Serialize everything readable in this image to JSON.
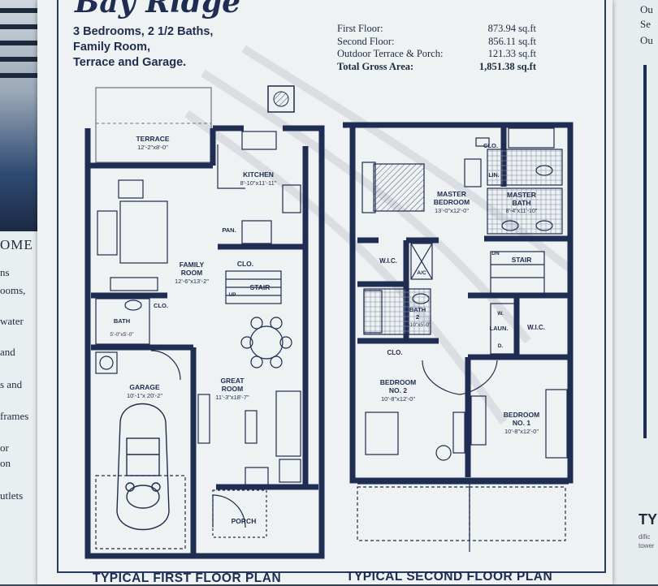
{
  "brochure": {
    "script_title": "Bay Ridge",
    "features": [
      "3 Bedrooms, 2 1/2 Baths,",
      "Family Room,",
      "Terrace and Garage."
    ],
    "area": [
      {
        "label": "First Floor:",
        "value": "873.94 sq.ft"
      },
      {
        "label": "Second Floor:",
        "value": "856.11 sq.ft"
      },
      {
        "label": "Outdoor Terrace & Porch:",
        "value": "121.33 sq.ft"
      },
      {
        "label": "Total Gross Area:",
        "value": "1,851.38 sq.ft"
      }
    ],
    "captions": {
      "first": "TYPICAL FIRST FLOOR PLAN",
      "second": "TYPICAL SECOND  FLOOR PLAN"
    }
  },
  "first_floor": {
    "terrace": [
      "TERRACE",
      "12'-2\"x8'-0\""
    ],
    "kitchen": [
      "KITCHEN",
      "8'-10\"x11'-11\""
    ],
    "family": [
      "FAMILY",
      "ROOM",
      "12'-6\"x13'-2\""
    ],
    "pan": "PAN.",
    "clo_stair": "CLO.",
    "stair": "STAIR",
    "up": "UP",
    "clo_bath": "CLO.",
    "bath": [
      "BATH",
      "5'-0\"x5'-0\""
    ],
    "garage": [
      "GARAGE",
      "10'-1\"x 20'-2\""
    ],
    "great": [
      "GREAT",
      "ROOM",
      "11'-3\"x18'-7\""
    ],
    "porch": "PORCH"
  },
  "second_floor": {
    "clo_top": "CLO.",
    "lin": "LIN.",
    "master_bed": [
      "MASTER",
      "BEDROOM",
      "13'-0\"x12'-0\""
    ],
    "master_bath": [
      "MASTER",
      "BATH",
      "8'-4\"x11'-10\""
    ],
    "wic1": "W.I.C.",
    "ac": "A/C",
    "stair": "STAIR",
    "dn": "DN",
    "bath2": [
      "BATH",
      "2",
      "7'-10\"x5'-0\""
    ],
    "laun": "LAUN.",
    "wic2": "W.I.C.",
    "w": "W.",
    "d": "D.",
    "clo_mid": "CLO.",
    "bed2": [
      "BEDROOM",
      "NO. 2",
      "10'-8\"x12'-0\""
    ],
    "bed1": [
      "BEDROOM",
      "NO. 1",
      "10'-8\"x12'-0\""
    ]
  },
  "left_background": {
    "heading": "OME",
    "lines": [
      "ns",
      "ooms,",
      "water",
      "and",
      "s and",
      "frames",
      "or",
      "on",
      "utlets"
    ]
  },
  "right_background": {
    "lines": [
      "Ou",
      "Se",
      "Ou"
    ],
    "heading": "TY",
    "small": [
      "dific",
      "tower"
    ]
  },
  "colors": {
    "ink": "#1e2c50",
    "paper": "#eff2f3",
    "wall": "#1f2d52"
  }
}
